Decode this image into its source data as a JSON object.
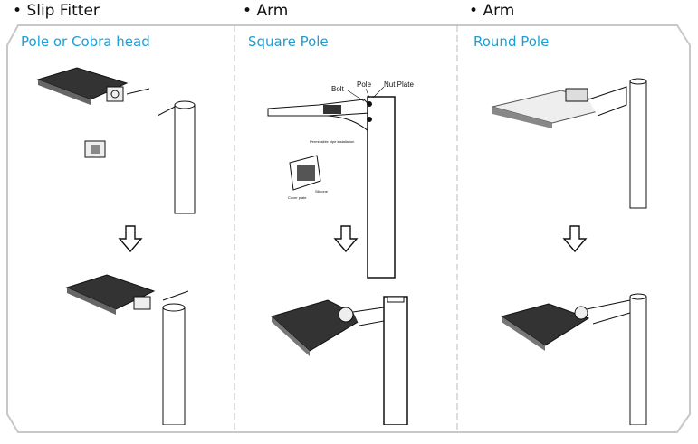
{
  "headers": [
    {
      "bullet": "•",
      "label": "Slip Fitter"
    },
    {
      "bullet": "•",
      "label": "Arm"
    },
    {
      "bullet": "•",
      "label": "Arm"
    }
  ],
  "panels": [
    {
      "title": "Pole or Cobra head"
    },
    {
      "title": "Square Pole",
      "annotations": {
        "bolt": "Bolt",
        "pole": "Pole",
        "nut_plate": "Nut Plate",
        "pipe": "Permissible pipe installation",
        "silicone": "Silicone",
        "cover": "Cover plate"
      }
    },
    {
      "title": "Round Pole"
    }
  ],
  "colors": {
    "title": "#1a9fd8",
    "frame": "#c8c8c8"
  }
}
